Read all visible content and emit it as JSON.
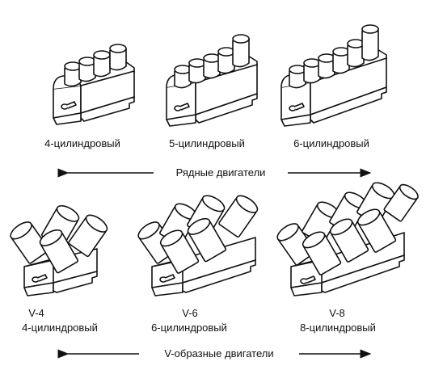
{
  "inline": {
    "engines": [
      {
        "label": "4-цилиндровый",
        "cylinders": 4
      },
      {
        "label": "5-цилиндровый",
        "cylinders": 5
      },
      {
        "label": "6-цилиндровый",
        "cylinders": 6
      }
    ],
    "title": "Рядные двигатели"
  },
  "vtype": {
    "engines": [
      {
        "code": "V-4",
        "label": "4-цилиндровый",
        "cylinders": 4
      },
      {
        "code": "V-6",
        "label": "6-цилиндровый",
        "cylinders": 6
      },
      {
        "code": "V-8",
        "label": "8-цилиндровый",
        "cylinders": 8
      }
    ],
    "title": "V-образные двигатели"
  },
  "colors": {
    "ink": "#111111",
    "paper": "#ffffff"
  }
}
